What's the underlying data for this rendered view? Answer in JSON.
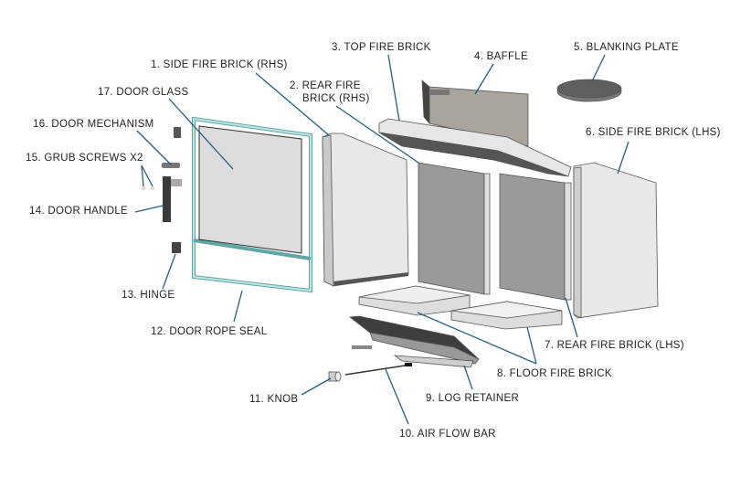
{
  "diagram": {
    "colors": {
      "leader": "#1f5f86",
      "seal": "#8fd0cf",
      "brick": "#e4e4e4",
      "dark": "#4a4a4a",
      "grey": "#9a9a9a"
    },
    "labels": {
      "p1": "1. SIDE FIRE BRICK (RHS)",
      "p2a": "2. REAR FIRE",
      "p2b": "BRICK (RHS)",
      "p3": "3. TOP FIRE BRICK",
      "p4": "4. BAFFLE",
      "p5": "5. BLANKING PLATE",
      "p6": "6. SIDE FIRE BRICK (LHS)",
      "p7": "7. REAR FIRE BRICK (LHS)",
      "p8": "8. FLOOR FIRE BRICK",
      "p9": "9. LOG RETAINER",
      "p10": "10. AIR FLOW BAR",
      "p11": "11. KNOB",
      "p12": "12. DOOR ROPE SEAL",
      "p13": "13. HINGE",
      "p14": "14. DOOR HANDLE",
      "p15": "15. GRUB SCREWS X2",
      "p16": "16. DOOR MECHANISM",
      "p17": "17. DOOR GLASS"
    }
  }
}
